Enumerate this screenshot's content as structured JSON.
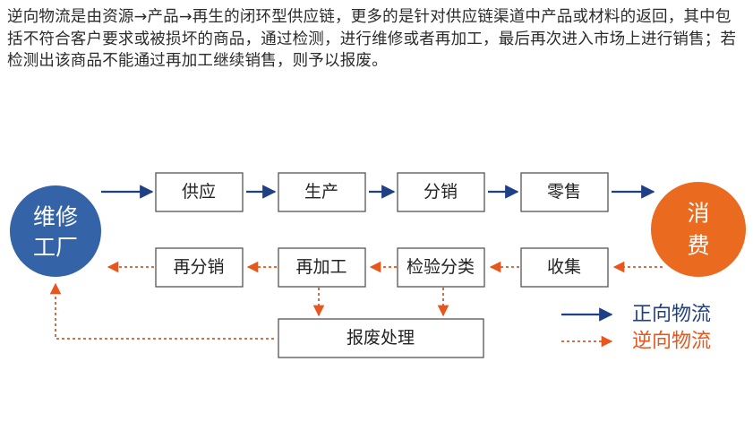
{
  "intro_text": "逆向物流是由资源→产品→再生的闭环型供应链，更多的是针对供应链渠道中产品或材料的返回，其中包括不符合客户要求或被损坏的商品，通过检测，进行维修或者再加工，最后再次进入市场上进行销售；若检测出该商品不能通过再加工继续销售，则予以报废。",
  "left_circle": {
    "line1": "维修",
    "line2": "工厂"
  },
  "right_circle": {
    "line1": "消",
    "line2": "费"
  },
  "top_row": [
    "供应",
    "生产",
    "分销",
    "零售"
  ],
  "bottom_row": [
    "再分销",
    "再加工",
    "检验分类",
    "收集"
  ],
  "scrap_box": "报废处理",
  "legend": {
    "forward": "正向物流",
    "reverse": "逆向物流"
  },
  "colors": {
    "forward": "#1f3f86",
    "reverse": "#e8561b",
    "left_circle": "#3563a8",
    "right_circle": "#ea6b20",
    "box_border": "#555555"
  }
}
